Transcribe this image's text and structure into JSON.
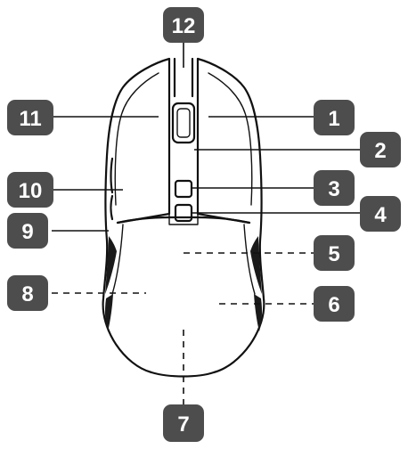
{
  "callouts": [
    {
      "id": "1",
      "label": "1"
    },
    {
      "id": "2",
      "label": "2"
    },
    {
      "id": "3",
      "label": "3"
    },
    {
      "id": "4",
      "label": "4"
    },
    {
      "id": "5",
      "label": "5"
    },
    {
      "id": "6",
      "label": "6"
    },
    {
      "id": "7",
      "label": "7"
    },
    {
      "id": "8",
      "label": "8"
    },
    {
      "id": "9",
      "label": "9"
    },
    {
      "id": "10",
      "label": "10"
    },
    {
      "id": "11",
      "label": "11"
    },
    {
      "id": "12",
      "label": "12"
    }
  ],
  "colors": {
    "callout_fill": "#4d4d4d",
    "callout_text": "#ffffff",
    "line": "#111111"
  }
}
